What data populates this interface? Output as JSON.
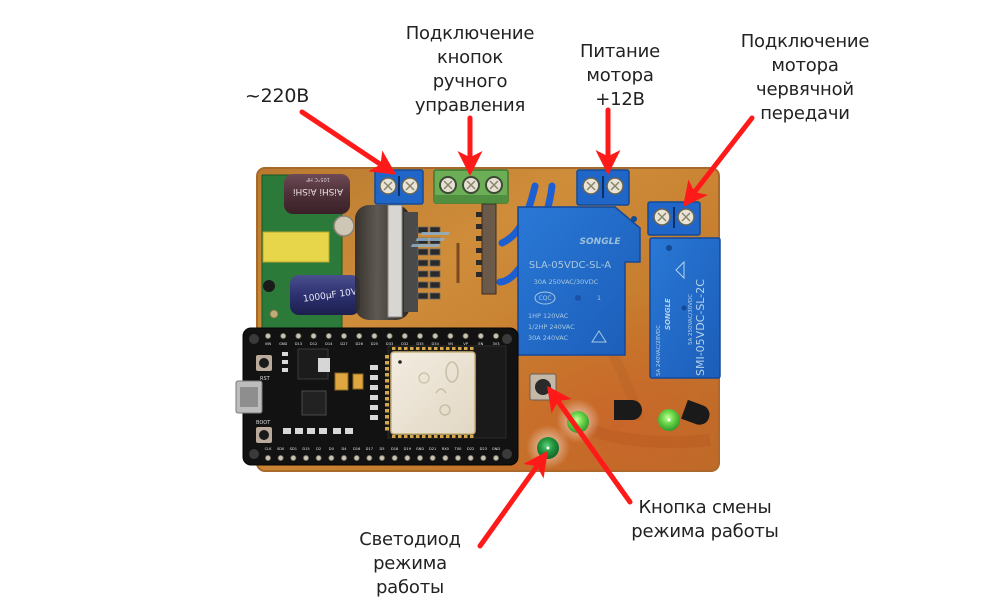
{
  "figure": {
    "title": "Плата управления на ESP32 с реле",
    "background_color": "#ffffff",
    "arrow_color": "#ff1a1a",
    "board_color": "#c9872f"
  },
  "annotations": [
    {
      "id": "mains-220v",
      "lines": [
        "~220В"
      ],
      "points_to": "mains-terminal-block"
    },
    {
      "id": "manual-buttons",
      "lines": [
        "Подключение",
        "кнопок",
        "ручного",
        "управления"
      ],
      "points_to": "button-terminal-block"
    },
    {
      "id": "motor-power",
      "lines": [
        "Питание",
        "мотора",
        "+12В"
      ],
      "points_to": "motor-power-terminal-block"
    },
    {
      "id": "worm-motor",
      "lines": [
        "Подключение",
        "мотора",
        "червячной",
        "передачи"
      ],
      "points_to": "worm-motor-terminal-block"
    },
    {
      "id": "mode-button",
      "lines": [
        "Кнопка смены",
        "режима работы"
      ],
      "points_to": "mode-switch-button"
    },
    {
      "id": "mode-led",
      "lines": [
        "Светодиод",
        "режима",
        "работы"
      ],
      "points_to": "mode-led"
    }
  ],
  "board": {
    "relay_large": {
      "brand": "SONGLE",
      "model": "SLA-05VDC-SL-A",
      "specs": [
        "30A  250VAC/30VDC",
        "1HP 120VAC",
        "1/2HP 240VAC",
        "30A 240VAC"
      ],
      "cert": "CQC",
      "pin": "1"
    },
    "relay_small": {
      "brand": "SONGLE",
      "model": "SMI-05VDC-SL-2C",
      "specs": [
        "5A 250VAC/30VDC",
        "5A 240VAC/28VDC"
      ]
    },
    "psu_capacitor_top": "AiSHi  AiSHi",
    "psu_capacitor_top_spec": "105°C  HF",
    "psu_capacitor_bottom": "1000µF 10V",
    "esp32": {
      "buttons": [
        "RST",
        "BOOT"
      ],
      "pins_top": [
        "VIN",
        "GND",
        "D13",
        "D12",
        "D14",
        "D27",
        "D26",
        "D25",
        "D33",
        "D32",
        "D35",
        "D34",
        "VN",
        "VP",
        "EN",
        "3V3"
      ],
      "pins_bottom": [
        "CLK",
        "SD0",
        "SD1",
        "D15",
        "D2",
        "D0",
        "D4",
        "D16",
        "D17",
        "D5",
        "D18",
        "D19",
        "GND",
        "D21",
        "RX0",
        "TX0",
        "D22",
        "D23",
        "GND"
      ]
    },
    "terminal_blocks": [
      {
        "id": "mains",
        "color": "#1f66c8",
        "screws": 2
      },
      {
        "id": "buttons",
        "color": "#5fa84c",
        "screws": 3
      },
      {
        "id": "motor-power",
        "color": "#1f66c8",
        "screws": 2
      },
      {
        "id": "worm-motor",
        "color": "#1f66c8",
        "screws": 2
      }
    ],
    "led_colors": {
      "led_on": "#7fe05a",
      "led_dim": "#2f9a3a"
    }
  }
}
